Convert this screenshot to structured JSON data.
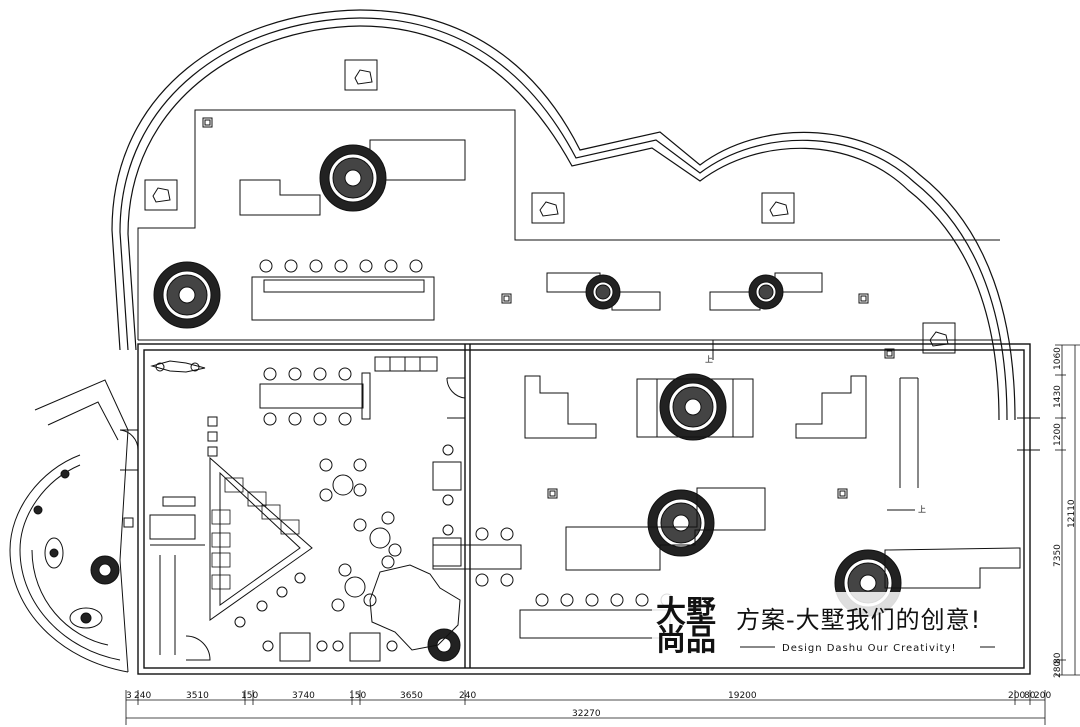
{
  "dimensions": {
    "bottom_segments": [
      "3",
      "240",
      "3510",
      "150",
      "3740",
      "150",
      "3650",
      "240",
      "19200",
      "200",
      "80",
      "200"
    ],
    "bottom_total": "32270",
    "right_segments": [
      "1060",
      "1430",
      "1200",
      "7350",
      "80",
      "280"
    ],
    "right_total": "12110"
  },
  "stairs": {
    "up_label_1": "上",
    "up_label_2": "上"
  },
  "watermark": {
    "logo_top": "大墅",
    "logo_bottom": "尚品",
    "slogan_cn": "方案-大墅我们的创意!",
    "slogan_en": "Design Dashu Our Creativity!"
  },
  "colors": {
    "line": "#111111",
    "background": "#ffffff"
  }
}
